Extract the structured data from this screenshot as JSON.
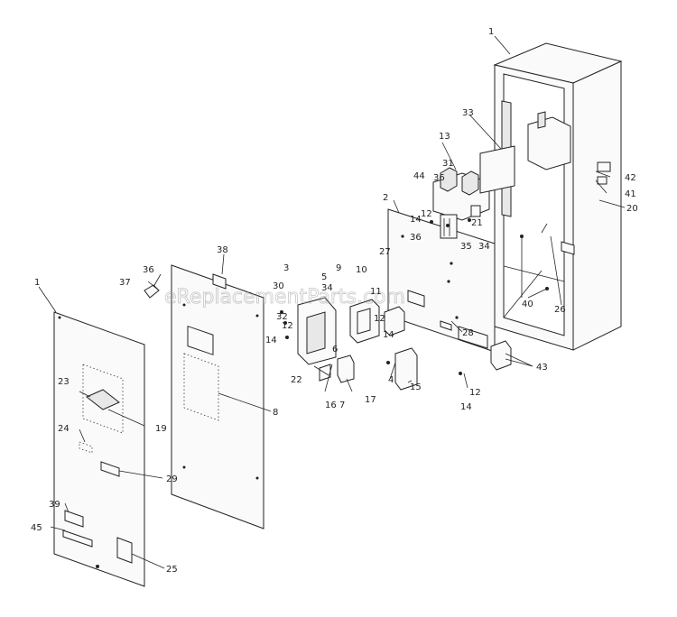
{
  "watermark": "eReplacementParts.com",
  "callouts": [
    {
      "id": "c1a",
      "label": "1"
    },
    {
      "id": "c1b",
      "label": "1"
    },
    {
      "id": "c2",
      "label": "2"
    },
    {
      "id": "c3",
      "label": "3"
    },
    {
      "id": "c4",
      "label": "4"
    },
    {
      "id": "c5",
      "label": "5"
    },
    {
      "id": "c6",
      "label": "6"
    },
    {
      "id": "c7",
      "label": "7"
    },
    {
      "id": "c8",
      "label": "8"
    },
    {
      "id": "c9",
      "label": "9"
    },
    {
      "id": "c10",
      "label": "10"
    },
    {
      "id": "c11",
      "label": "11"
    },
    {
      "id": "c12a",
      "label": "12"
    },
    {
      "id": "c12b",
      "label": "12"
    },
    {
      "id": "c12c",
      "label": "12"
    },
    {
      "id": "c12d",
      "label": "12"
    },
    {
      "id": "c13",
      "label": "13"
    },
    {
      "id": "c14a",
      "label": "14"
    },
    {
      "id": "c14b",
      "label": "14"
    },
    {
      "id": "c14c",
      "label": "14"
    },
    {
      "id": "c14d",
      "label": "14"
    },
    {
      "id": "c15",
      "label": "15"
    },
    {
      "id": "c16",
      "label": "16"
    },
    {
      "id": "c17",
      "label": "17"
    },
    {
      "id": "c19",
      "label": "19"
    },
    {
      "id": "c20",
      "label": "20"
    },
    {
      "id": "c21",
      "label": "21"
    },
    {
      "id": "c22",
      "label": "22"
    },
    {
      "id": "c23",
      "label": "23"
    },
    {
      "id": "c24",
      "label": "24"
    },
    {
      "id": "c25",
      "label": "25"
    },
    {
      "id": "c26",
      "label": "26"
    },
    {
      "id": "c27",
      "label": "27"
    },
    {
      "id": "c28",
      "label": "28"
    },
    {
      "id": "c29",
      "label": "29"
    },
    {
      "id": "c30",
      "label": "30"
    },
    {
      "id": "c31",
      "label": "31"
    },
    {
      "id": "c32",
      "label": "32"
    },
    {
      "id": "c33",
      "label": "33"
    },
    {
      "id": "c34a",
      "label": "34"
    },
    {
      "id": "c34b",
      "label": "34"
    },
    {
      "id": "c35",
      "label": "35"
    },
    {
      "id": "c36a",
      "label": "36"
    },
    {
      "id": "c36b",
      "label": "36"
    },
    {
      "id": "c36c",
      "label": "36"
    },
    {
      "id": "c37",
      "label": "37"
    },
    {
      "id": "c38",
      "label": "38"
    },
    {
      "id": "c39",
      "label": "39"
    },
    {
      "id": "c40",
      "label": "40"
    },
    {
      "id": "c41",
      "label": "41"
    },
    {
      "id": "c42",
      "label": "42"
    },
    {
      "id": "c43",
      "label": "43"
    },
    {
      "id": "c44",
      "label": "44"
    },
    {
      "id": "c45",
      "label": "45"
    }
  ]
}
